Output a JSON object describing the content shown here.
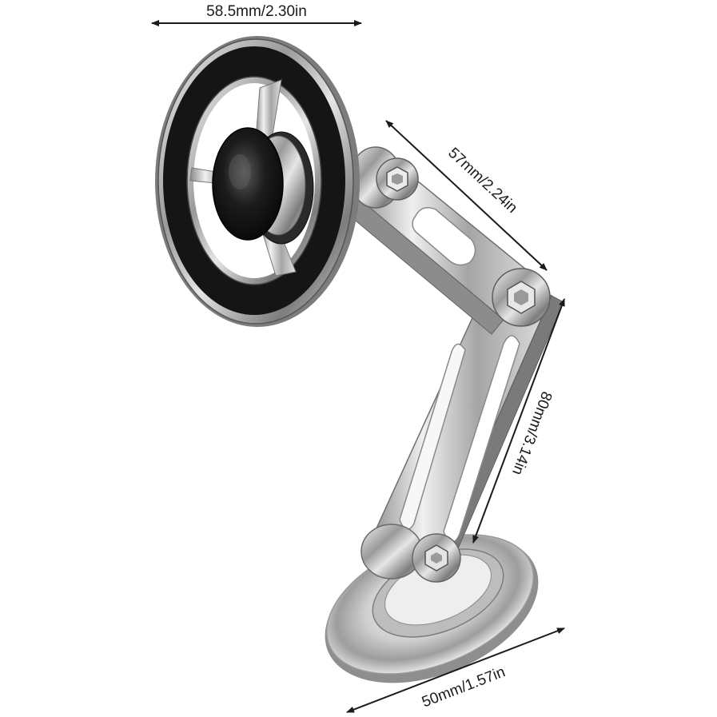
{
  "dimensions": {
    "magnet_diameter": "58.5mm/2.30in",
    "upper_arm_length": "57mm/2.24in",
    "lower_arm_length": "80mm/3.14in",
    "base_diameter": "50mm/1.57in"
  }
}
